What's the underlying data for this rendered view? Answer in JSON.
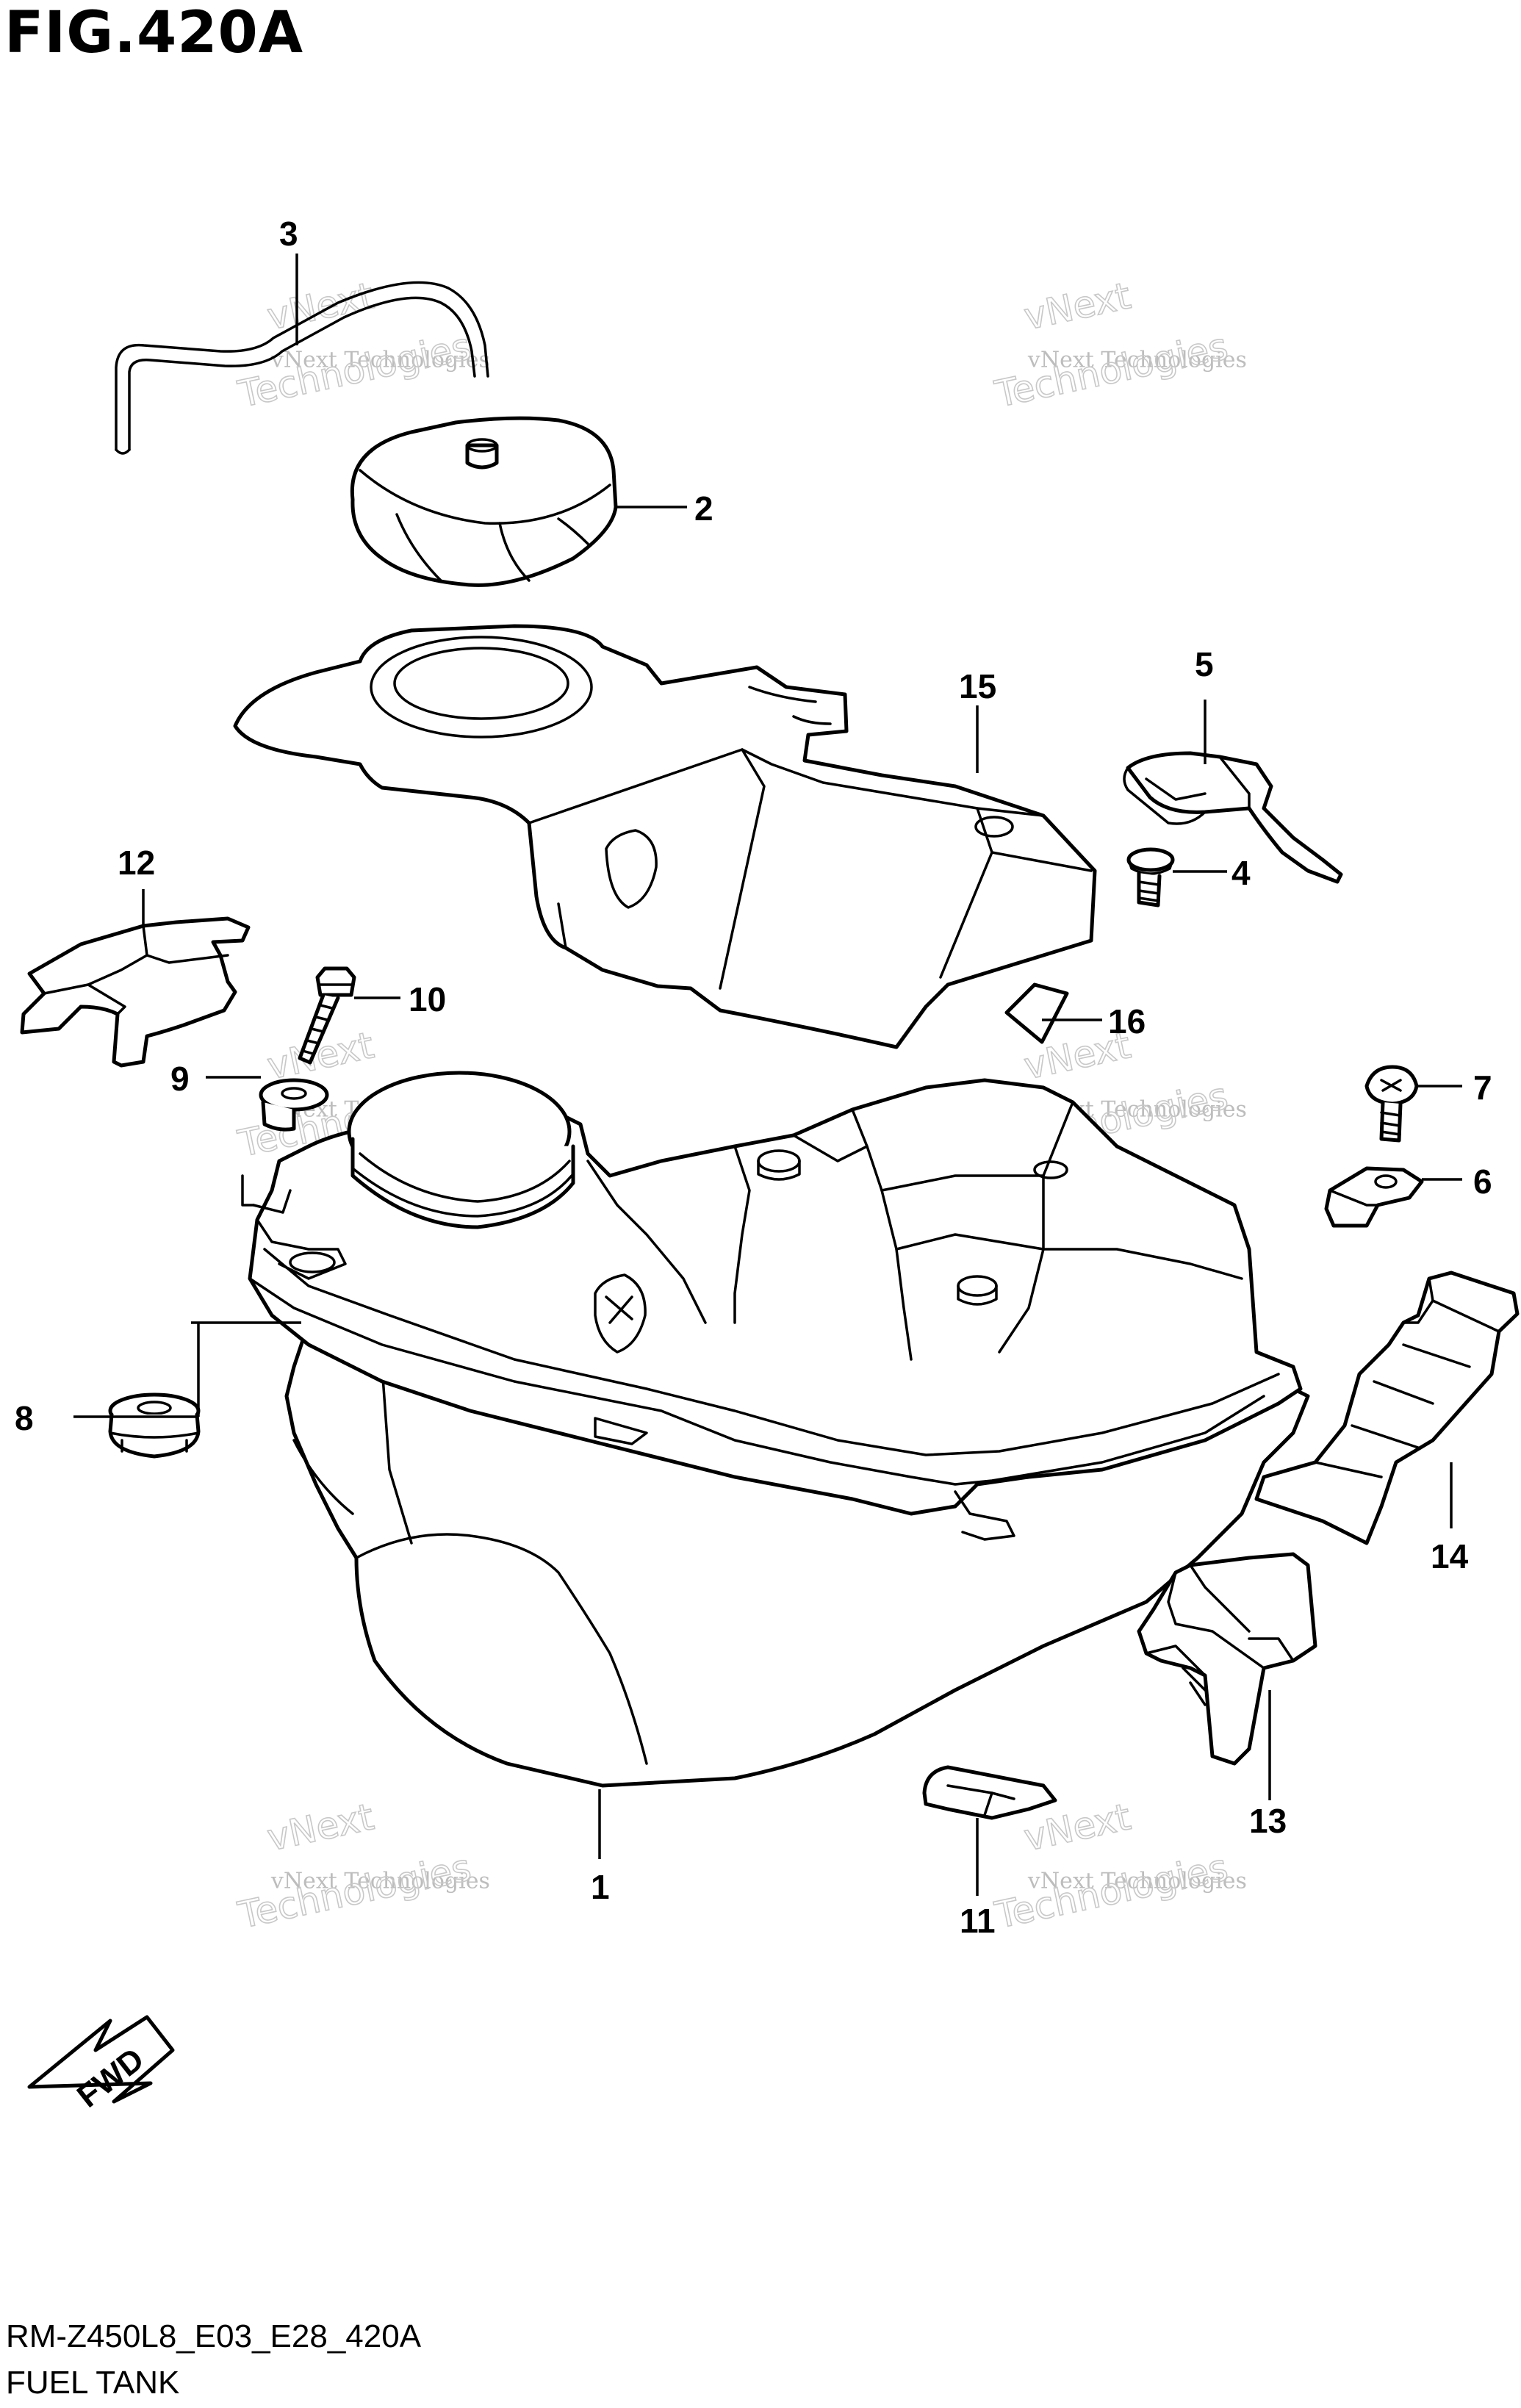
{
  "figure": {
    "title": "FIG.420A",
    "code": "RM-Z450L8_E03_E28_420A",
    "caption": "FUEL TANK"
  },
  "callouts": {
    "c1": "1",
    "c2": "2",
    "c3": "3",
    "c4": "4",
    "c5": "5",
    "c6": "6",
    "c7": "7",
    "c8": "8",
    "c9": "9",
    "c10": "10",
    "c11": "11",
    "c12": "12",
    "c13": "13",
    "c14": "14",
    "c15": "15",
    "c16": "16"
  },
  "watermark": {
    "line1": "vNext",
    "line2": "vNext Technologies",
    "line3": "Technologies"
  },
  "fwd_label": "FWD"
}
